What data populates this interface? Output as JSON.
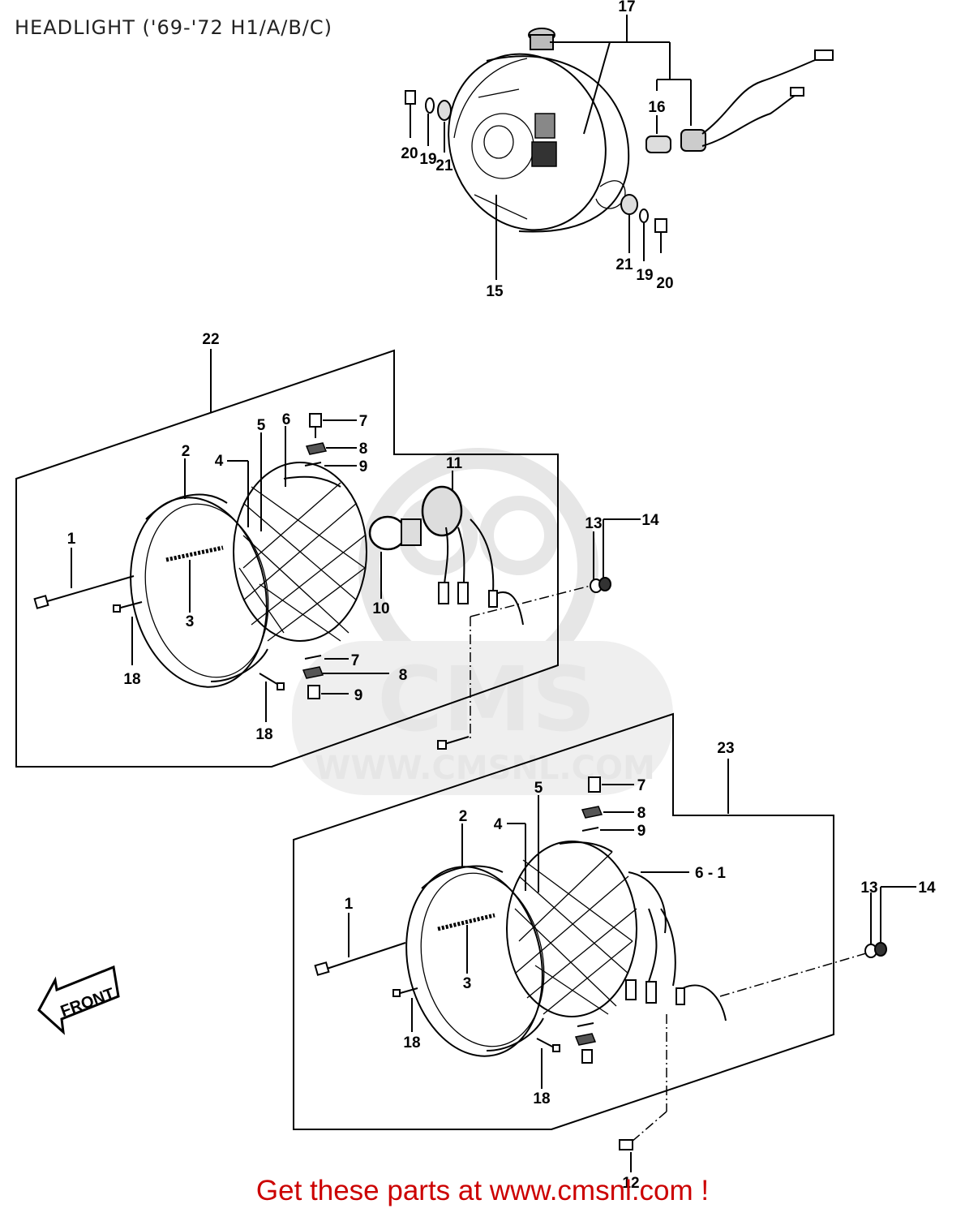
{
  "title": "HEADLIGHT ('69-'72 H1/A/B/C)",
  "footer": "Get these parts at www.cmsnl.com !",
  "watermark": {
    "logo_text": "CMS",
    "url_text": "WWW.CMSNL.COM",
    "color": "#e6e6e6"
  },
  "front_arrow_label": "FRONT",
  "callouts": {
    "housing": {
      "p17": "17",
      "p16": "16",
      "p15": "15",
      "p20a": "20",
      "p19a": "19",
      "p21a": "21",
      "p21b": "21",
      "p19b": "19",
      "p20b": "20"
    },
    "assy22": {
      "p22": "22",
      "p1": "1",
      "p2": "2",
      "p3": "3",
      "p4": "4",
      "p5": "5",
      "p6": "6",
      "p7a": "7",
      "p8a": "8",
      "p9a": "9",
      "p7b": "7",
      "p8b": "8",
      "p9b": "9",
      "p10": "10",
      "p11": "11",
      "p13": "13",
      "p14": "14",
      "p18a": "18",
      "p18b": "18"
    },
    "assy23": {
      "p23": "23",
      "p1": "1",
      "p2": "2",
      "p3": "3",
      "p4": "4",
      "p5": "5",
      "p6_1": "6 - 1",
      "p7": "7",
      "p8": "8",
      "p9": "9",
      "p13": "13",
      "p14": "14",
      "p18a": "18",
      "p18b": "18",
      "p12": "12"
    }
  },
  "colors": {
    "footer": "#cc0000",
    "ink": "#000000",
    "watermark": "#e6e6e6"
  }
}
